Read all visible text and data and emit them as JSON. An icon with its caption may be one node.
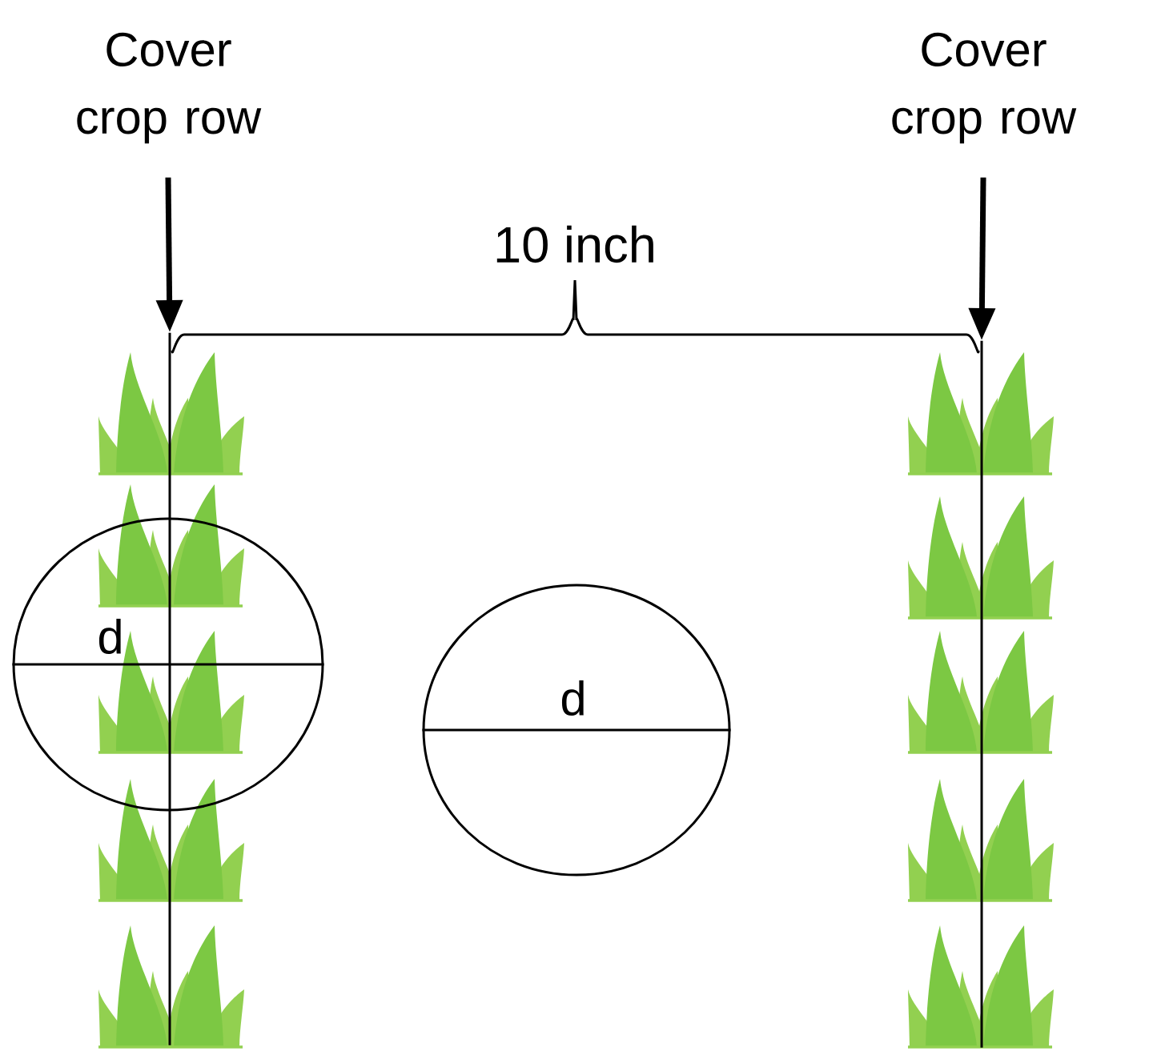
{
  "diagram": {
    "nodes": [
      {
        "text": [
          "Cover crop row"
        ]
      },
      {
        "text": [
          "Cover crop row"
        ]
      },
      {
        "text": [],
        "shape": "bar"
      },
      {
        "text": [],
        "shape": "bar"
      },
      {
        "text": [
          "d"
        ]
      },
      {
        "text": [
          "d"
        ]
      }
    ],
    "edges": [
      {
        "from": 0,
        "to": 2,
        "arrow": "to"
      },
      {
        "from": 1,
        "to": 3,
        "arrow": "to"
      }
    ],
    "labels": [
      "10 inch"
    ]
  }
}
